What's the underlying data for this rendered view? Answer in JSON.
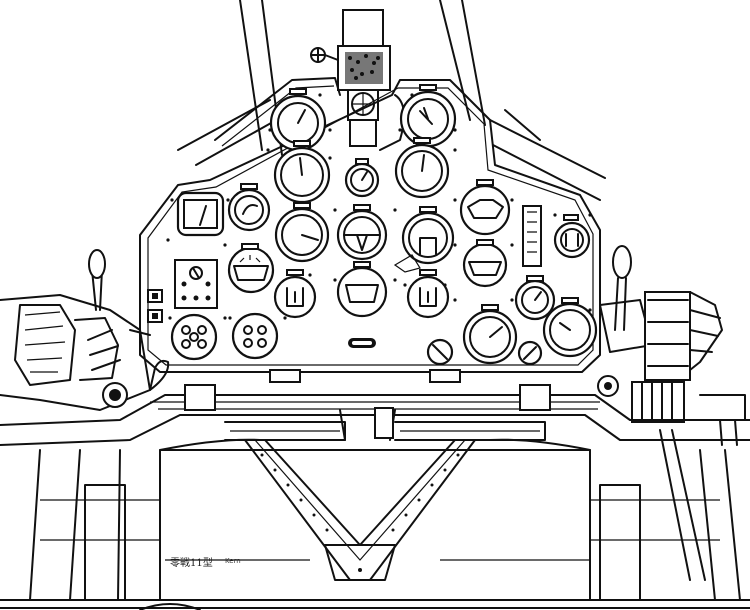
{
  "figure": {
    "caption": "零戦11型",
    "signature": "Kern",
    "background": "#ffffff",
    "ink_color": "#111111"
  },
  "components": {
    "gunsight": "gunsight",
    "instrument_panel": "instrument-panel",
    "left_console": "left-throttle-console",
    "right_console": "right-control-column",
    "cross_beam": "lower-cross-beam",
    "v_strut": "v-brace-strut",
    "seat_floor": "cockpit-floor-frame"
  }
}
